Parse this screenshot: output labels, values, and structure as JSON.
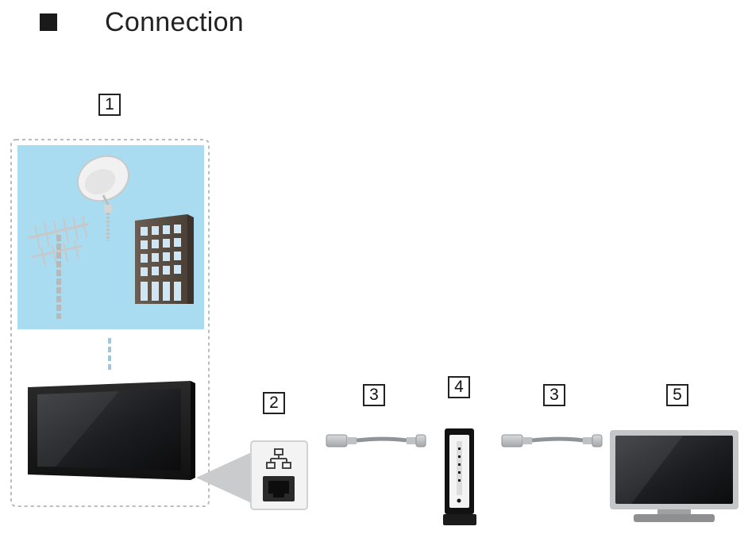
{
  "heading": {
    "title": "Connection",
    "bullet_icon": "square-bullet-icon"
  },
  "badges": {
    "broadcast": "1",
    "lan_port": "2",
    "cable_left": "3",
    "router": "4",
    "cable_right": "3",
    "server_tv": "5"
  },
  "icons": {
    "broadcast_sources": [
      "satellite-dish-icon",
      "aerial-antenna-icon",
      "apartment-building-icon"
    ],
    "tv": "flat-tv-icon",
    "lan_port": "ethernet-port-icon",
    "cable": "lan-cable-icon",
    "router": "router-icon",
    "server": "server-tv-icon"
  },
  "colors": {
    "sky_panel": "#a9dcf1",
    "dashed_border": "#b7bcc0",
    "device_dark": "#1e1e1e",
    "cable_gray": "#8f9498"
  }
}
